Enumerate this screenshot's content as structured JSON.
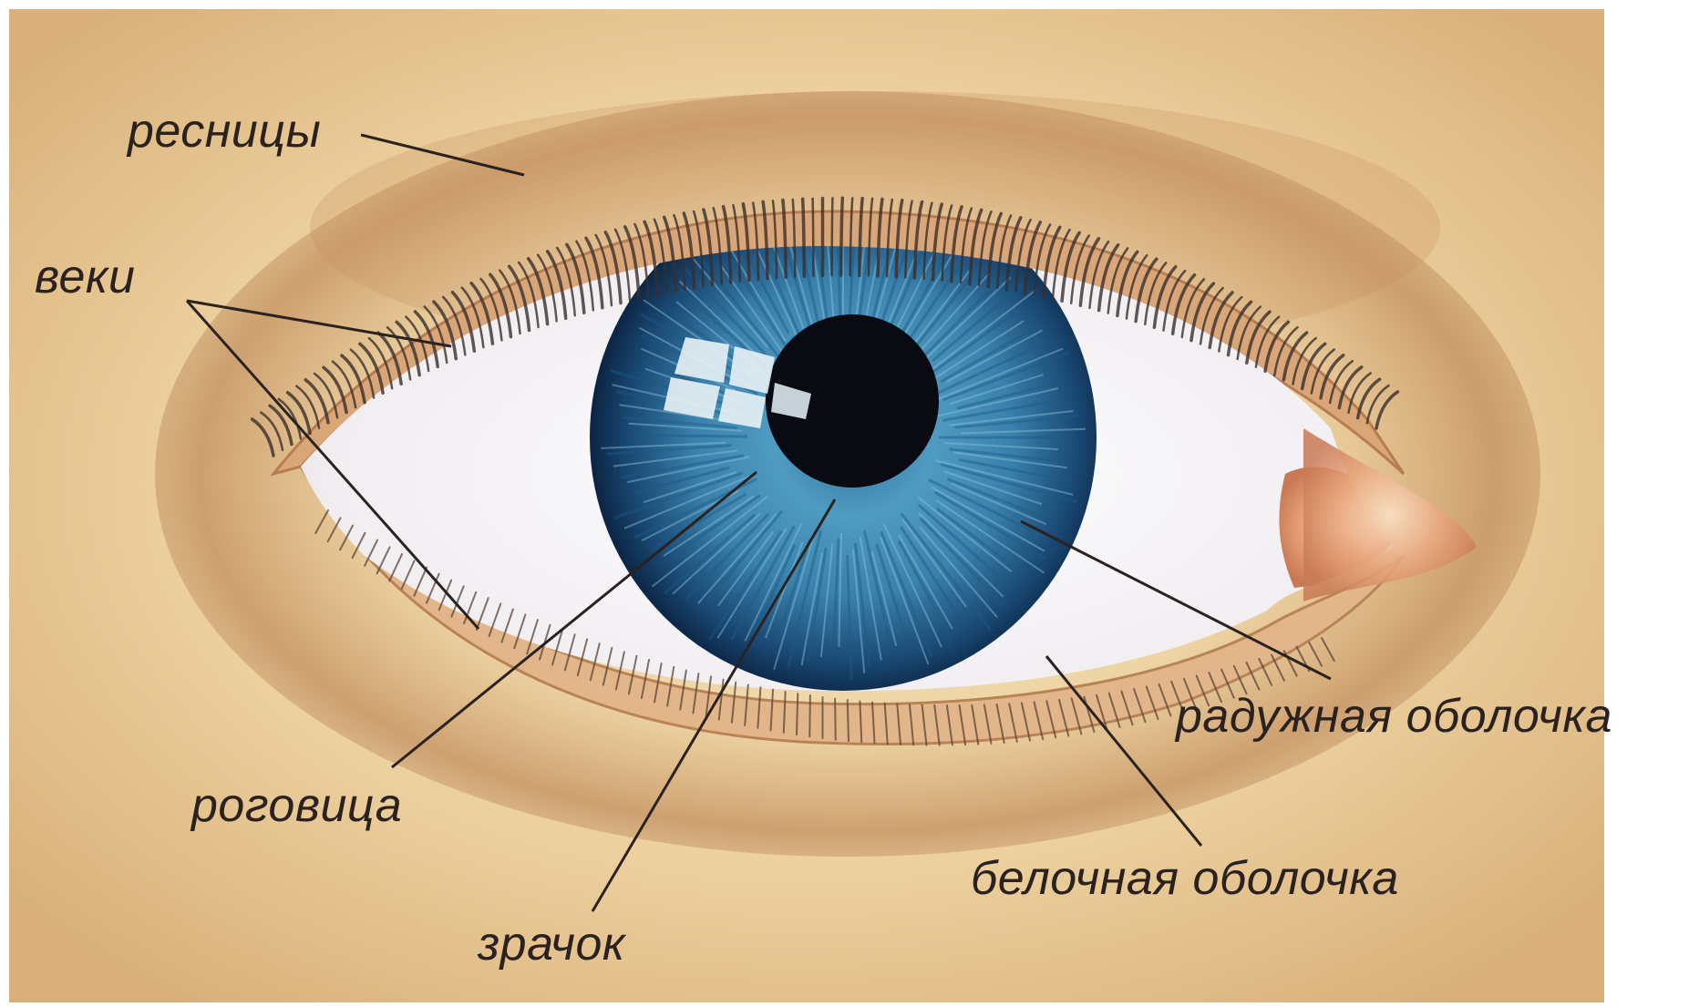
{
  "diagram": {
    "labels": {
      "eyelashes": "ресницы",
      "eyelids": "веки",
      "cornea": "роговица",
      "pupil": "зрачок",
      "iris": "радужная оболочка",
      "sclera": "белочная оболочка"
    }
  },
  "colors": {
    "skin": "#f0d6a8",
    "skin_shadow": "#c99a62",
    "sclera": "#f6f4f6",
    "iris_light": "#5aa6c9",
    "iris_dark": "#0d2f52",
    "pupil": "#0a0a12",
    "lashes": "#3a2e2c",
    "leader_line": "#2b2220"
  }
}
